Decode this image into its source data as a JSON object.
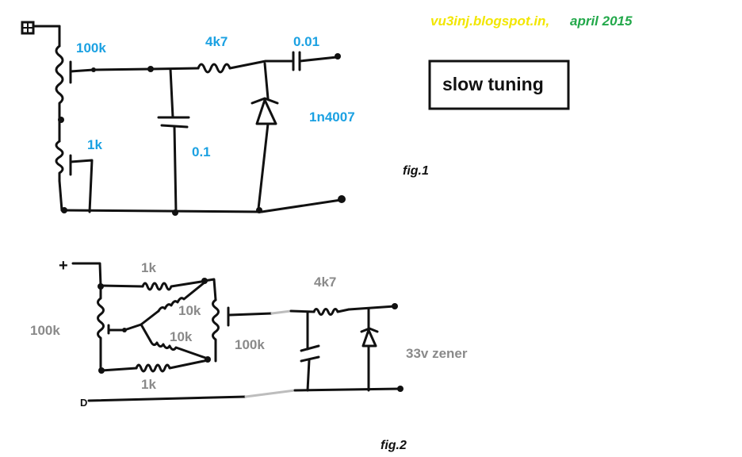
{
  "credit": {
    "site": "vu3inj.blogspot.in,",
    "date": "april 2015",
    "site_color": "#f2e600",
    "date_color": "#22a84a"
  },
  "title_box": {
    "text": "slow tuning"
  },
  "fig1": {
    "caption": "fig.1",
    "pot_main": "100k",
    "pot_fine": "1k",
    "resistor": "4k7",
    "cap_out": "0.01",
    "cap_bypass": "0.1",
    "diode": "1n4007",
    "label_color": "#1ba1e2"
  },
  "fig2": {
    "caption": "fig.2",
    "plus": "+",
    "minus": "D",
    "pot_left": "100k",
    "pot_right": "100k",
    "r_top": "1k",
    "r_bottom": "1k",
    "r_diag_upper": "10k",
    "r_diag_lower": "10k",
    "resistor": "4k7",
    "zener": "33v zener",
    "label_color": "#8a8a8a"
  }
}
